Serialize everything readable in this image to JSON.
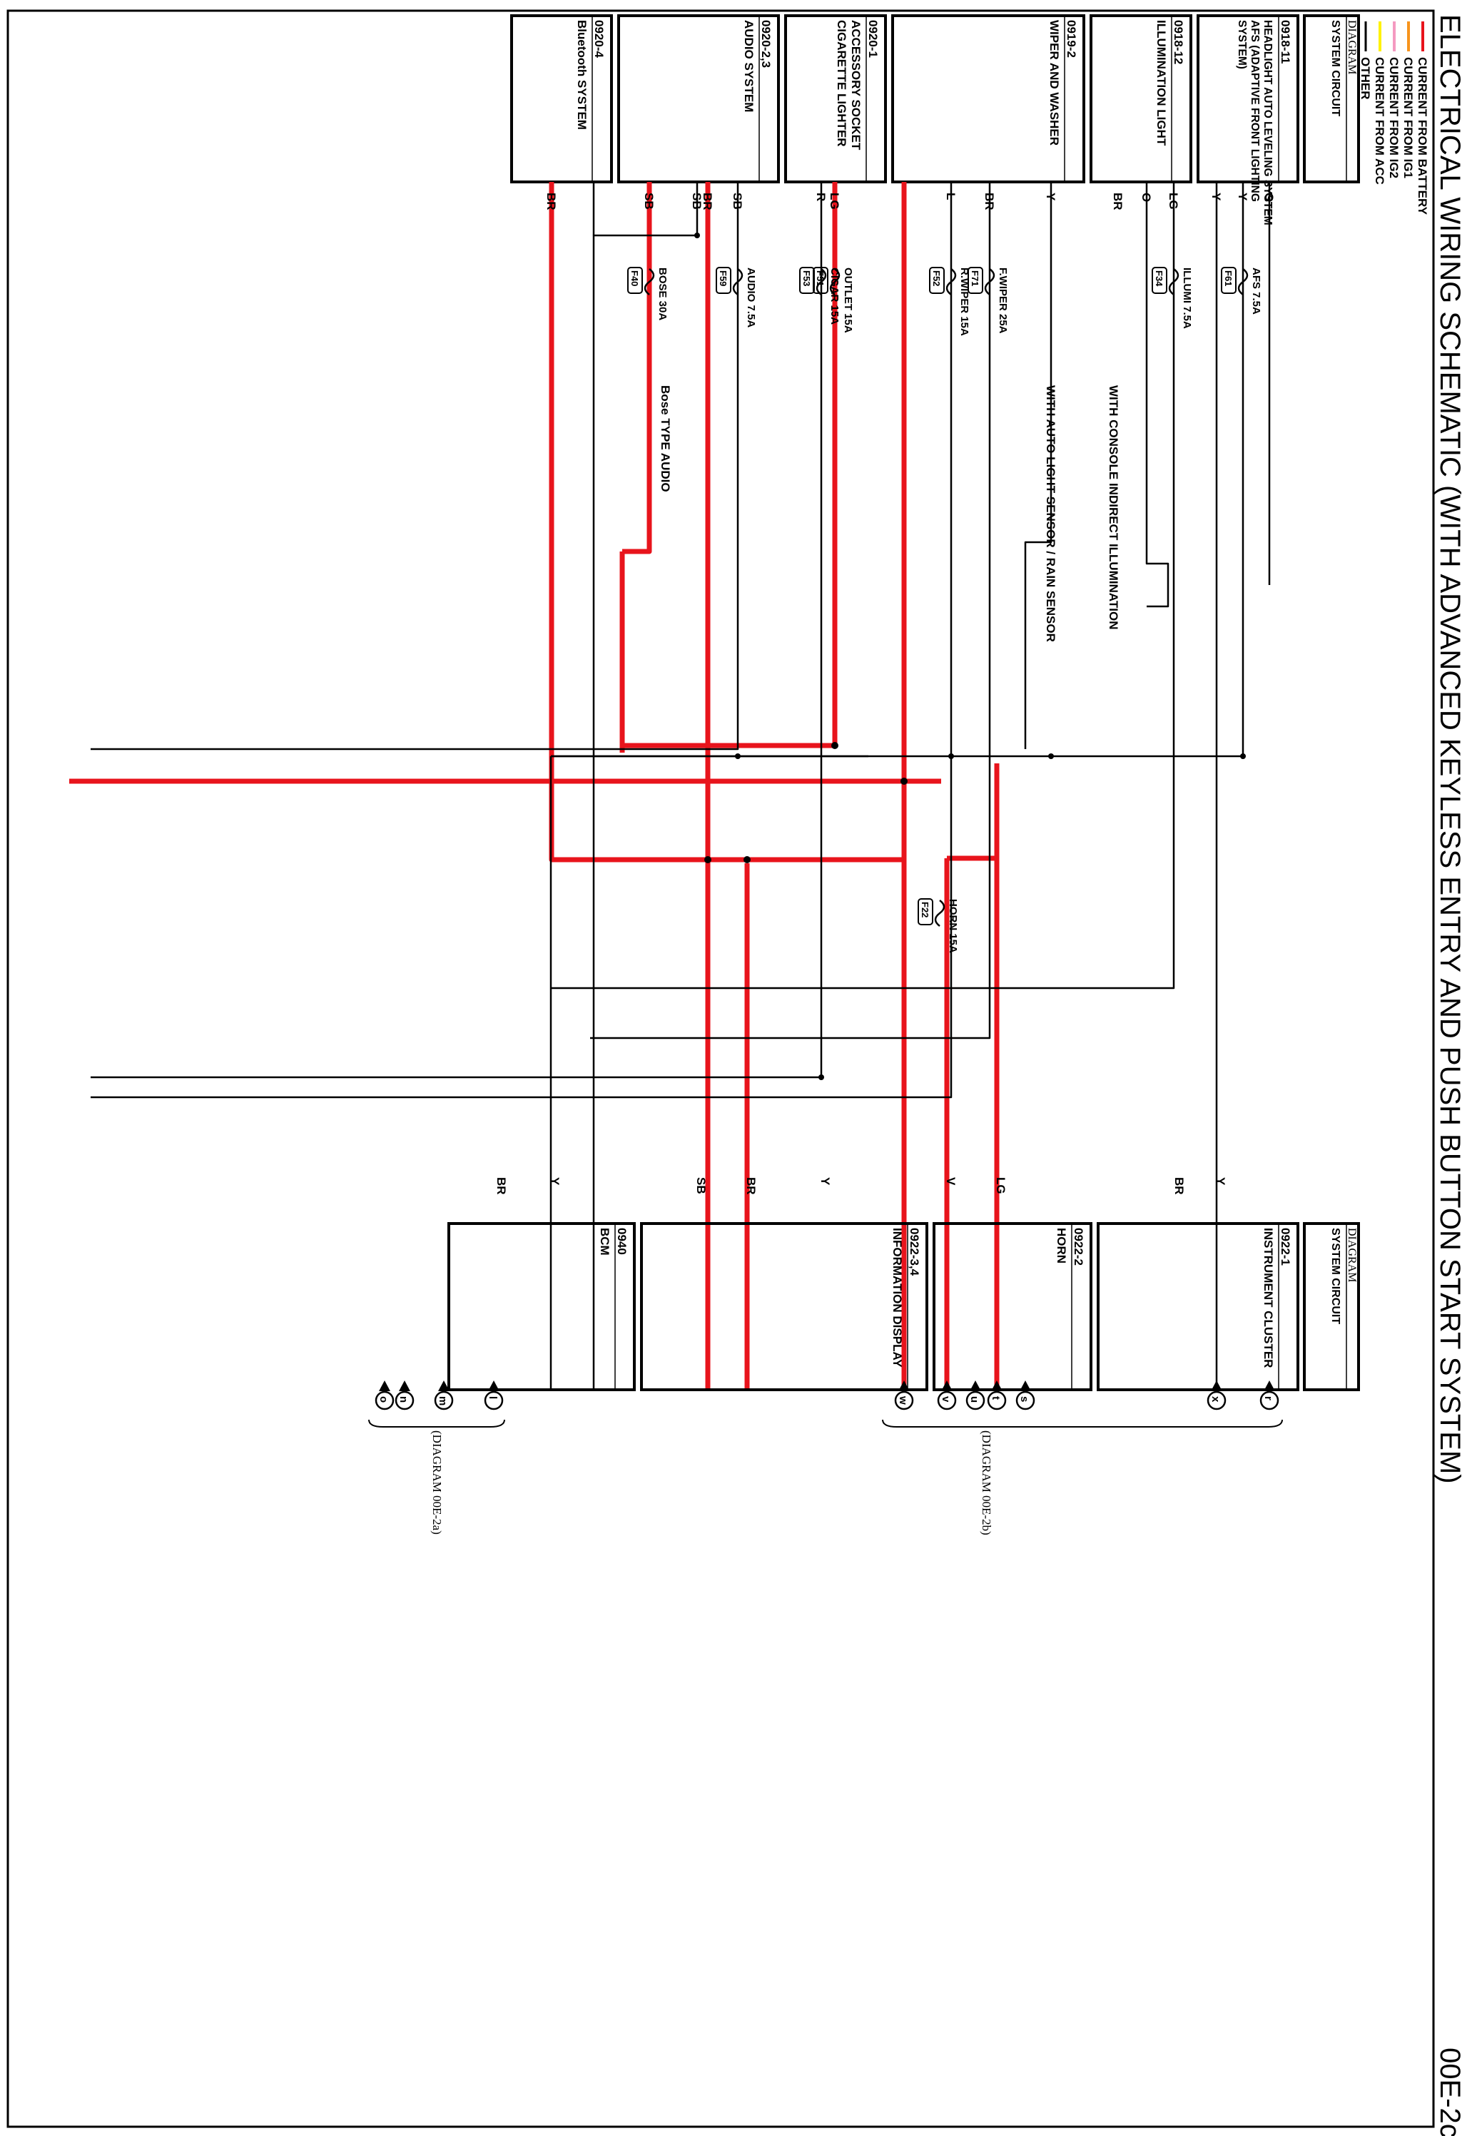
{
  "title": "ELECTRICAL WIRING SCHEMATIC (WITH ADVANCED KEYLESS ENTRY AND PUSH BUTTON START SYSTEM)",
  "page_code": "00E-2c",
  "legend": [
    {
      "label": "CURRENT FROM BATTERY",
      "color": "#e8141c"
    },
    {
      "label": "CURRENT FROM IG1",
      "color": "#f7941d"
    },
    {
      "label": "CURRENT FROM IG2",
      "color": "#f49ac1"
    },
    {
      "label": "CURRENT FROM ACC",
      "color": "#fff200"
    },
    {
      "label": "OTHER",
      "color": "#000000"
    }
  ],
  "colors": {
    "battery": "#e8141c",
    "other": "#000000"
  },
  "diagram_box": {
    "top": "DIAGRAM",
    "bottom": "SYSTEM CIRCUIT"
  },
  "systems": [
    {
      "code": "0918-11",
      "lines": [
        "HEADLIGHT AUTO LEVELING SYSTEM",
        "AFS (ADAPTIVE FRONT LIGHTING",
        "SYSTEM)"
      ]
    },
    {
      "code": "0918-12",
      "lines": [
        "ILLUMINATION LIGHT"
      ]
    },
    {
      "code": "0919-2",
      "lines": [
        "WIPER AND WASHER"
      ]
    },
    {
      "code": "0920-1",
      "lines": [
        "ACCESSORY SOCKET",
        "CIGARETTE LIGHTER"
      ]
    },
    {
      "code": "0920-2,3",
      "lines": [
        "AUDIO SYSTEM"
      ]
    },
    {
      "code": "0920-4",
      "lines": [
        "Bluetooth SYSTEM"
      ]
    }
  ],
  "top_wire_colors": {
    "s11_1": "O",
    "s11_2": "Y",
    "s11_3": "Y",
    "s12_1": "LG",
    "s12_2": "O",
    "s12_3": "BR",
    "s192_1": "Y",
    "s192_2": "BR",
    "s192_3": "L",
    "s201_1": "LG",
    "s201_2": "R",
    "s203_1": "SB",
    "s203_2": "BR",
    "s203_3": "SB",
    "s204_1": "SB",
    "s204_2": "BR"
  },
  "fuses": [
    {
      "name": "AFS 7.5A",
      "id": "F61"
    },
    {
      "name": "ILLUMI 7.5A",
      "id": "F34"
    },
    {
      "name": "F.WIPER 25A",
      "id": "F71"
    },
    {
      "name": "R.WIPER 15A",
      "id": "F52"
    },
    {
      "name": "OUTLET 15A",
      "id": "F51"
    },
    {
      "name": "CIGAR 15A",
      "id": "F53"
    },
    {
      "name": "BOSE 30A",
      "id": "F40"
    },
    {
      "name": "AUDIO 7.5A",
      "id": "F59"
    },
    {
      "name": "HORN 15A",
      "id": "F22"
    }
  ],
  "annotations": {
    "console": "WITH CONSOLE INDIRECT ILLUMINATION",
    "autolight": "WITH AUTO LIGHT SENSOR / RAIN SENSOR",
    "bose": "Bose TYPE AUDIO"
  },
  "connectors": [
    "r",
    "s",
    "t",
    "u",
    "v",
    "w",
    "x",
    "l",
    "m",
    "n",
    "o"
  ],
  "diagram_refs": [
    "(DIAGRAM 00E-2b)",
    "(DIAGRAM 00E-2a)"
  ],
  "bottom_wire_colors": {
    "ic": "Y",
    "ic2": "BR",
    "horn_lg": "LG",
    "horn_v": "V",
    "id_y": "Y",
    "id_br": "BR",
    "id_sb": "SB",
    "bcm_y": "Y",
    "bcm_br": "BR"
  },
  "bottom_systems": [
    {
      "code": "0922-1",
      "name": "INSTRUMENT CLUSTER"
    },
    {
      "code": "0922-2",
      "name": "HORN"
    },
    {
      "code": "0922-3,4",
      "name": "INFORMATION DISPLAY"
    },
    {
      "code": "0940",
      "name": "BCM"
    }
  ]
}
